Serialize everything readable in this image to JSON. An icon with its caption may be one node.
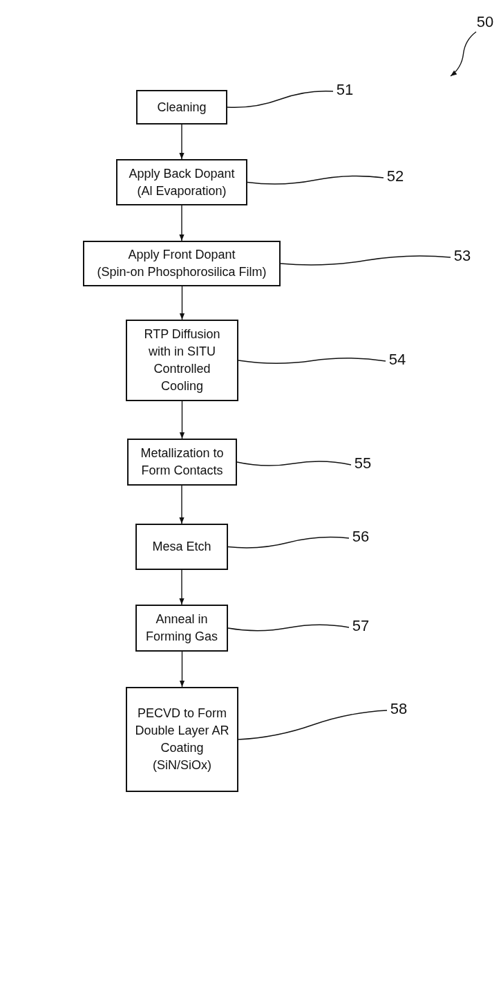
{
  "diagram": {
    "nodes": [
      {
        "text": [
          "Cleaning"
        ]
      },
      {
        "text": [
          "Apply Back Dopant",
          "(Al Evaporation)"
        ]
      },
      {
        "text": [
          "Apply Front Dopant",
          "(Spin-on Phosphorosilica Film)"
        ]
      },
      {
        "text": [
          "RTP Diffusion with in SITU Controlled Cooling"
        ]
      },
      {
        "text": [
          "Metallization to Form Contacts"
        ]
      },
      {
        "text": [
          "Mesa Etch"
        ]
      },
      {
        "text": [
          "Anneal in Forming Gas"
        ]
      },
      {
        "text": [
          "PECVD to Form Double Layer AR Coating (SiN/SiOx)"
        ]
      },
      {
        "text": [
          "51"
        ]
      },
      {
        "text": [
          "52"
        ]
      },
      {
        "text": [
          "53"
        ]
      },
      {
        "text": [
          "54"
        ]
      },
      {
        "text": [
          "55"
        ]
      },
      {
        "text": [
          "56"
        ]
      },
      {
        "text": [
          "57"
        ]
      },
      {
        "text": [
          "58"
        ]
      },
      {
        "text": [
          "50"
        ]
      }
    ],
    "edges": [
      {
        "from": 0,
        "to": 1,
        "arrow": "to"
      },
      {
        "from": 1,
        "to": 2,
        "arrow": "to"
      },
      {
        "from": 2,
        "to": 3,
        "arrow": "to"
      },
      {
        "from": 3,
        "to": 4,
        "arrow": "to"
      },
      {
        "from": 4,
        "to": 5,
        "arrow": "to"
      },
      {
        "from": 5,
        "to": 6,
        "arrow": "to"
      },
      {
        "from": 6,
        "to": 7,
        "arrow": "to"
      },
      {
        "from": 8,
        "to": 0,
        "arrow": "none"
      },
      {
        "from": 9,
        "to": 1,
        "arrow": "none"
      },
      {
        "from": 10,
        "to": 2,
        "arrow": "none"
      },
      {
        "from": 11,
        "to": 3,
        "arrow": "none"
      },
      {
        "from": 12,
        "to": 4,
        "arrow": "none"
      },
      {
        "from": 13,
        "to": 5,
        "arrow": "none"
      },
      {
        "from": 14,
        "to": 6,
        "arrow": "none"
      },
      {
        "from": 15,
        "to": 7,
        "arrow": "none"
      },
      {
        "from": 16,
        "to": null,
        "arrow": "to"
      }
    ]
  }
}
